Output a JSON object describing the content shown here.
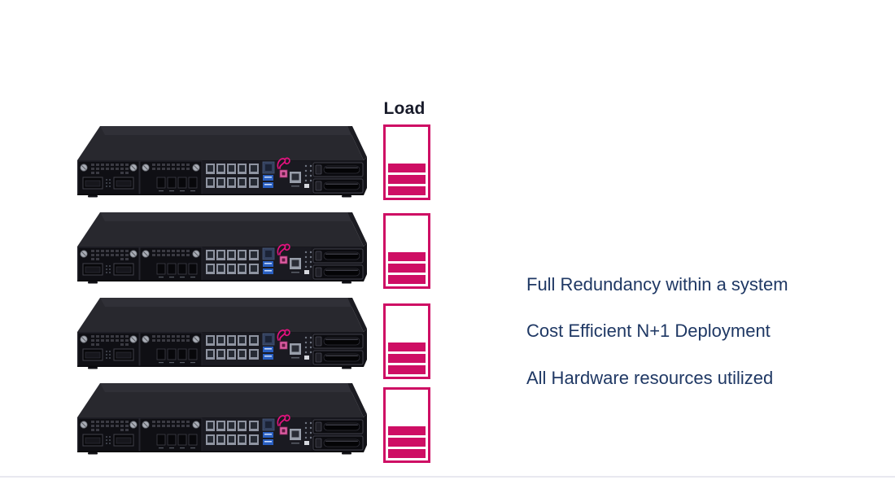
{
  "load_column": {
    "label": "Load",
    "boxes": [
      {
        "filled_bars": 3
      },
      {
        "filled_bars": 3
      },
      {
        "filled_bars": 3
      },
      {
        "filled_bars": 3
      }
    ]
  },
  "appliance_count": 4,
  "bullets": [
    "Full Redundancy within a system",
    "Cost Efficient N+1 Deployment",
    "All Hardware resources utilized"
  ],
  "colors": {
    "magenta": "#ce0e64",
    "bullet_text": "#1f3864",
    "load_label_text": "#181b2a",
    "footer_rule": "#e8e8f0"
  }
}
